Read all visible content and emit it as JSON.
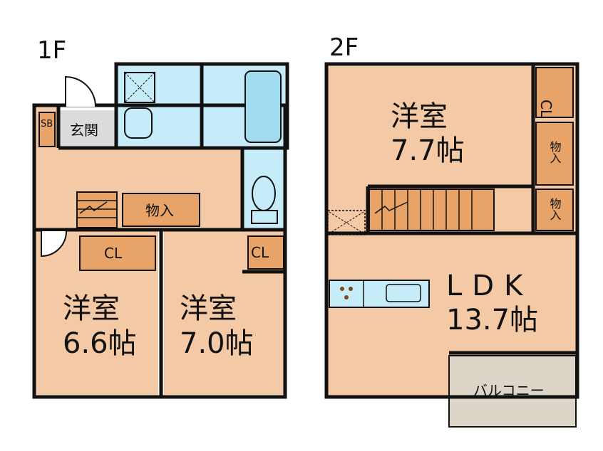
{
  "floor1": {
    "label": "1F",
    "rooms": [
      {
        "name": "洋室",
        "size": "6.6帖"
      },
      {
        "name": "洋室",
        "size": "7.0帖"
      }
    ],
    "entrance": "玄関",
    "shoe_box": "SB",
    "storage": "物入",
    "closet_left": "CL",
    "closet_right": "CL"
  },
  "floor2": {
    "label": "2F",
    "bedroom": {
      "name": "洋室",
      "size": "7.7帖"
    },
    "ldk": {
      "name": "LDK",
      "size": "13.7帖"
    },
    "closet": "CL",
    "storage_1": "物入",
    "storage_2": "物入",
    "balcony": "バルコニー"
  },
  "colors": {
    "room": "#f4c9a5",
    "closet": "#e8a468",
    "wet": "#c5ecf8",
    "hall": "#dcdcdc",
    "balcony": "#ddd5c8",
    "wall": "#111111"
  }
}
